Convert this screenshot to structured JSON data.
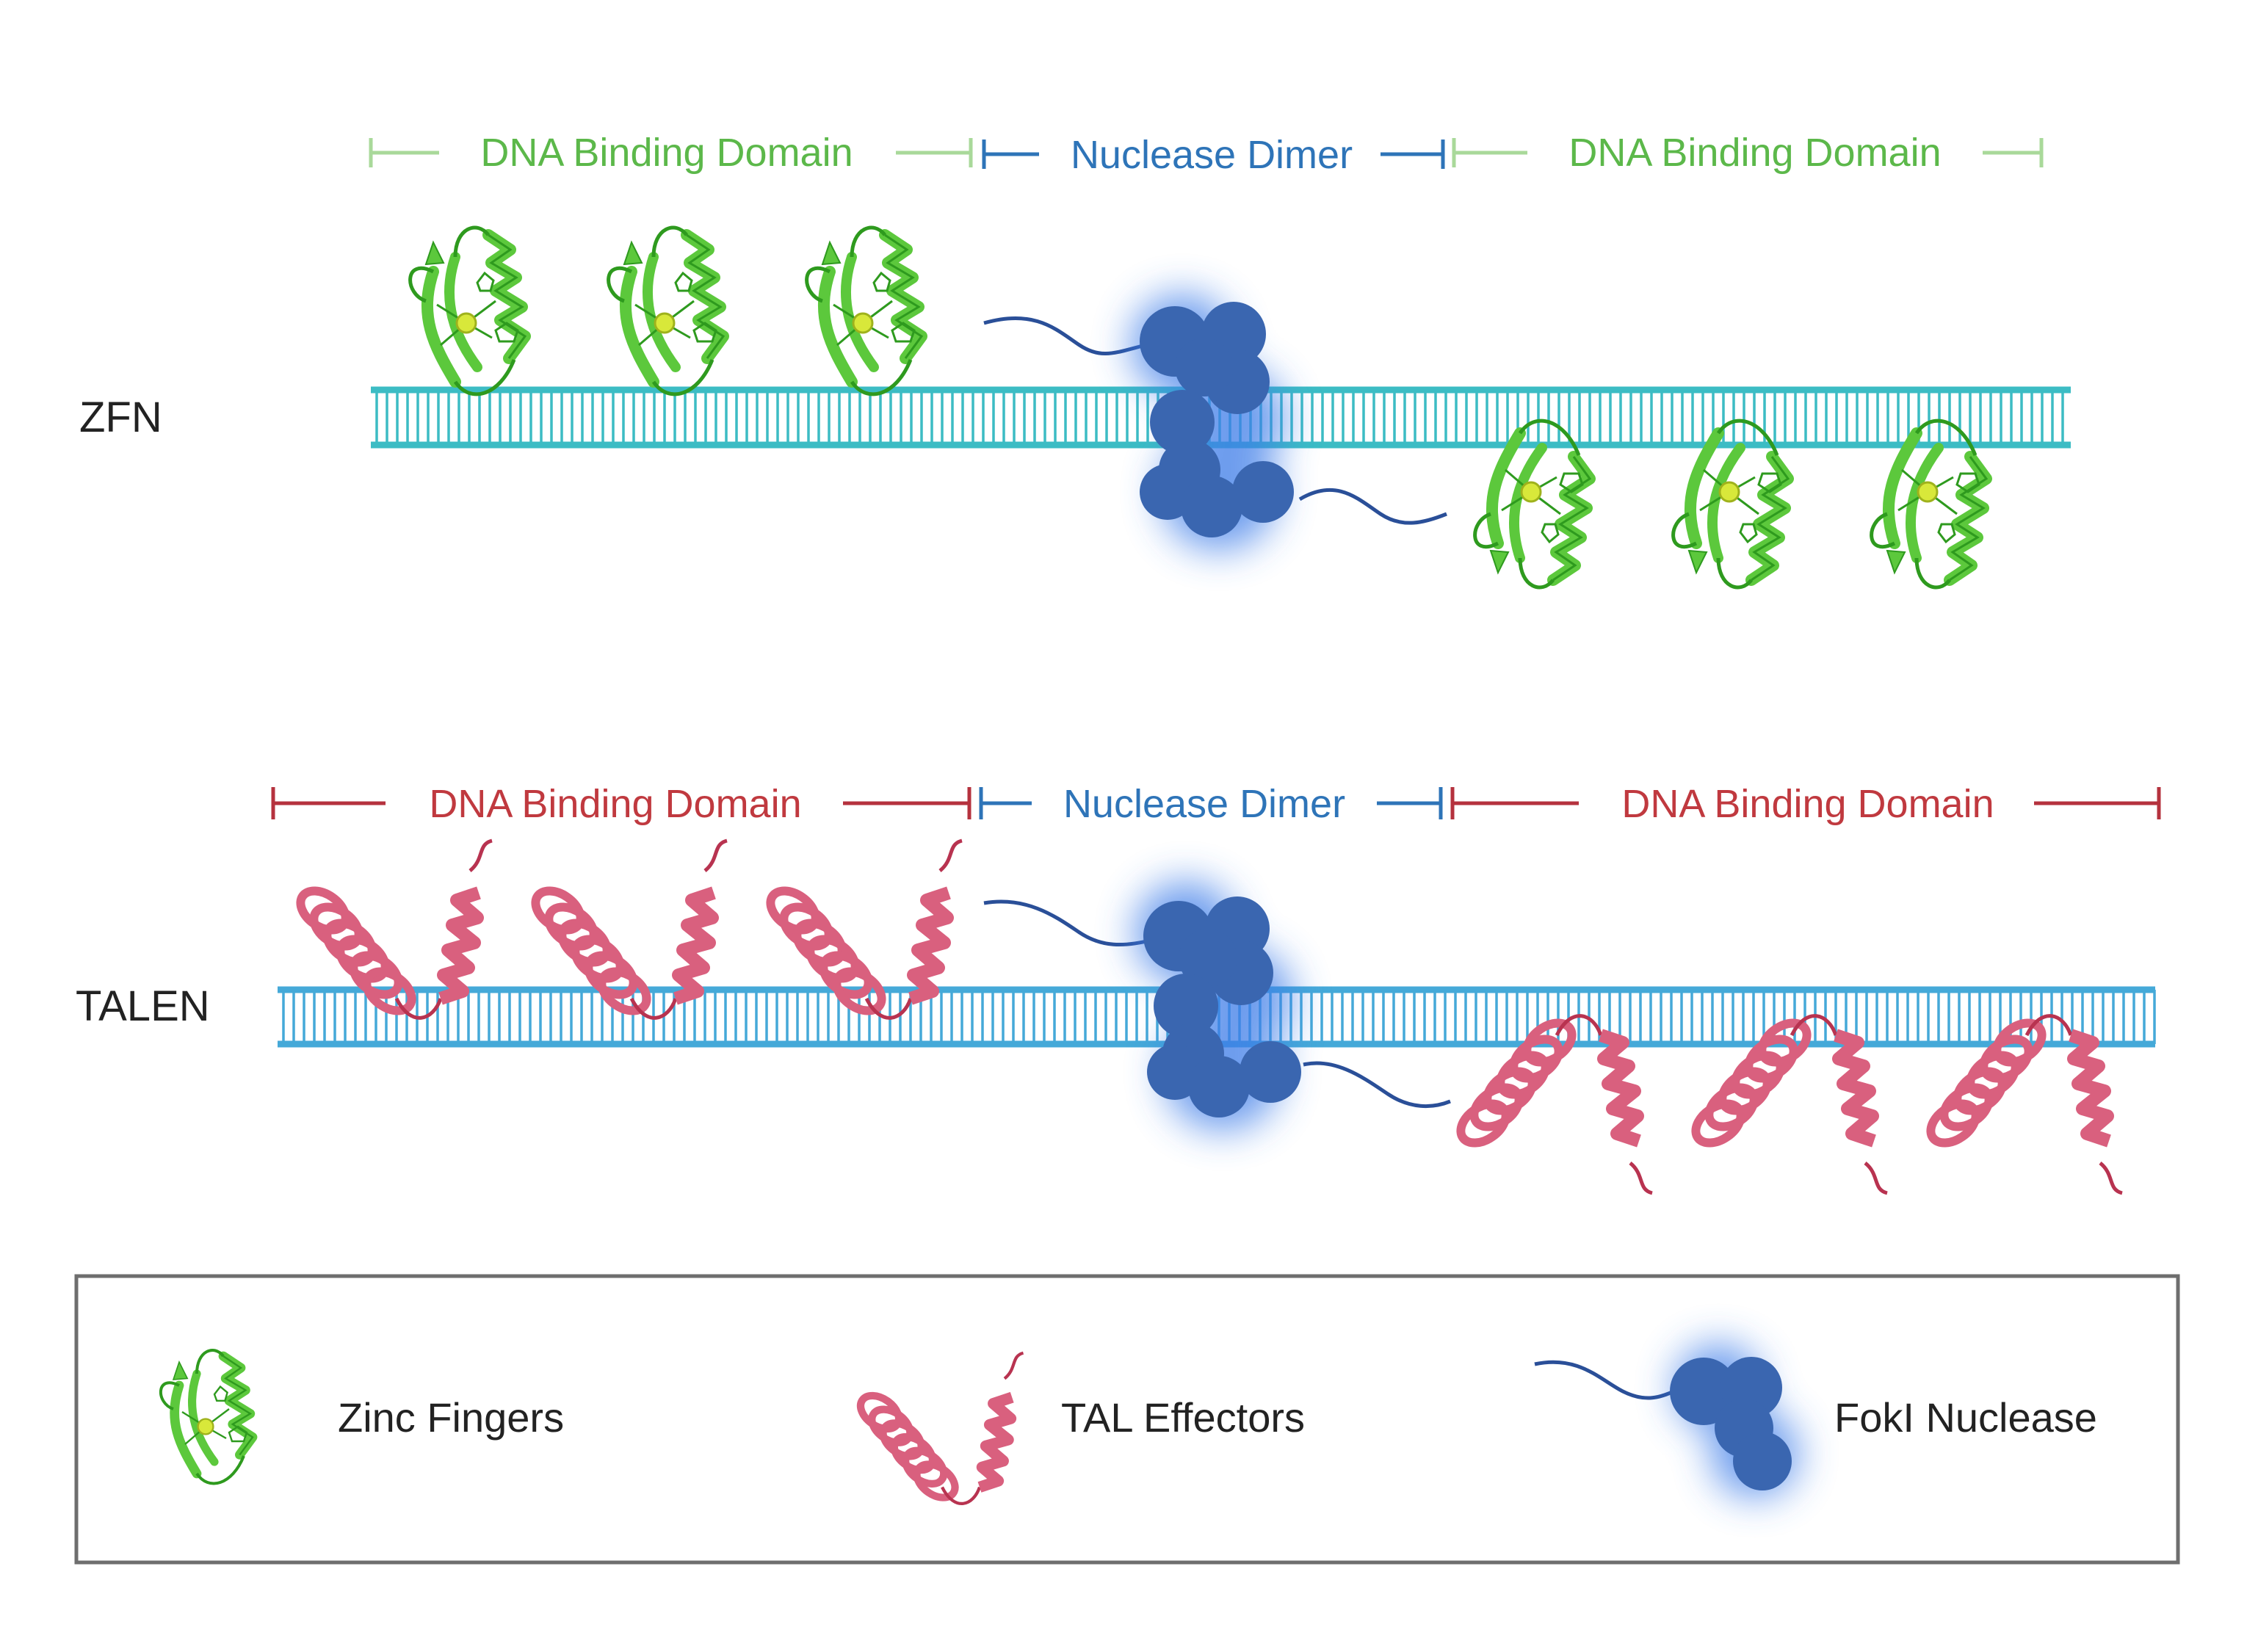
{
  "colors": {
    "zf_green": "#5cc83c",
    "zf_green_dark": "#2e9a1e",
    "zf_green_light": "#a9d99a",
    "tal_pink": "#d9607e",
    "tal_pink_dark": "#b83350",
    "tal_red": "#b5323e",
    "nuclease_blue": "#3a66b0",
    "nuclease_blue_text": "#2e74b8",
    "dna_cyan": "#3cbcc4",
    "dna_blue": "#45a9d8",
    "legend_border": "#6e6e6e"
  },
  "zfn": {
    "label": "ZFN",
    "bracket_left": "DNA Binding Domain",
    "bracket_middle": "Nuclease Dimer",
    "bracket_right": "DNA Binding Domain"
  },
  "talen": {
    "label": "TALEN",
    "bracket_left": "DNA Binding Domain",
    "bracket_middle": "Nuclease Dimer",
    "bracket_right": "DNA Binding Domain"
  },
  "legend": {
    "items": [
      {
        "label": "Zinc Fingers",
        "icon": "zinc-finger-icon"
      },
      {
        "label": "TAL Effectors",
        "icon": "tal-effector-icon"
      },
      {
        "label": "FokI Nuclease",
        "icon": "foki-nuclease-icon"
      }
    ]
  }
}
